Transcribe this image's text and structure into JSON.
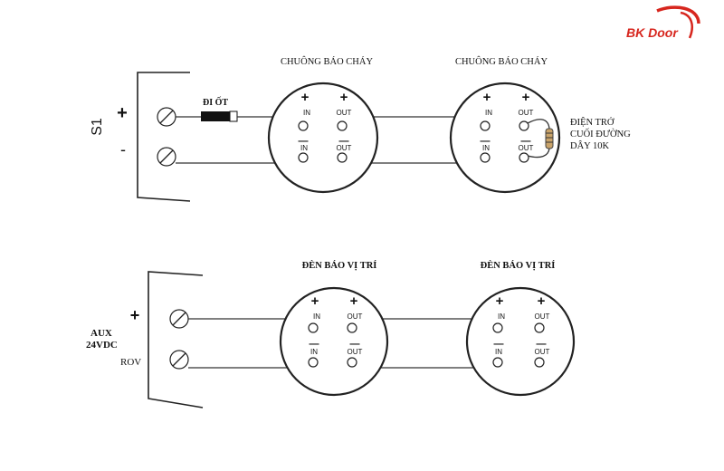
{
  "logo": {
    "text": "BK Door",
    "color": "#d7261e"
  },
  "top_row": {
    "panel_label": "S1",
    "plus": "+",
    "minus": "-",
    "diode_label": "ĐI ỐT",
    "device_1": {
      "title": "CHUÔNG BÁO CHÁY",
      "plus": "+",
      "minus": "—",
      "in": "IN",
      "out": "OUT"
    },
    "device_2": {
      "title": "CHUÔNG BÁO CHÁY",
      "plus": "+",
      "minus": "—",
      "in": "IN",
      "out": "OUT"
    },
    "resistor_label": [
      "ĐIỆN TRỞ",
      "CUỐI ĐƯỜNG",
      "DÂY 10K"
    ]
  },
  "bottom_row": {
    "aux_label": "AUX",
    "voltage_label": "24VDC",
    "rov_label": "ROV",
    "plus": "+",
    "device_1": {
      "title": "ĐÈN BÁO VỊ TRÍ",
      "plus": "+",
      "minus": "—",
      "in": "IN",
      "out": "OUT"
    },
    "device_2": {
      "title": "ĐÈN BÁO VỊ TRÍ",
      "plus": "+",
      "minus": "—",
      "in": "IN",
      "out": "OUT"
    }
  }
}
